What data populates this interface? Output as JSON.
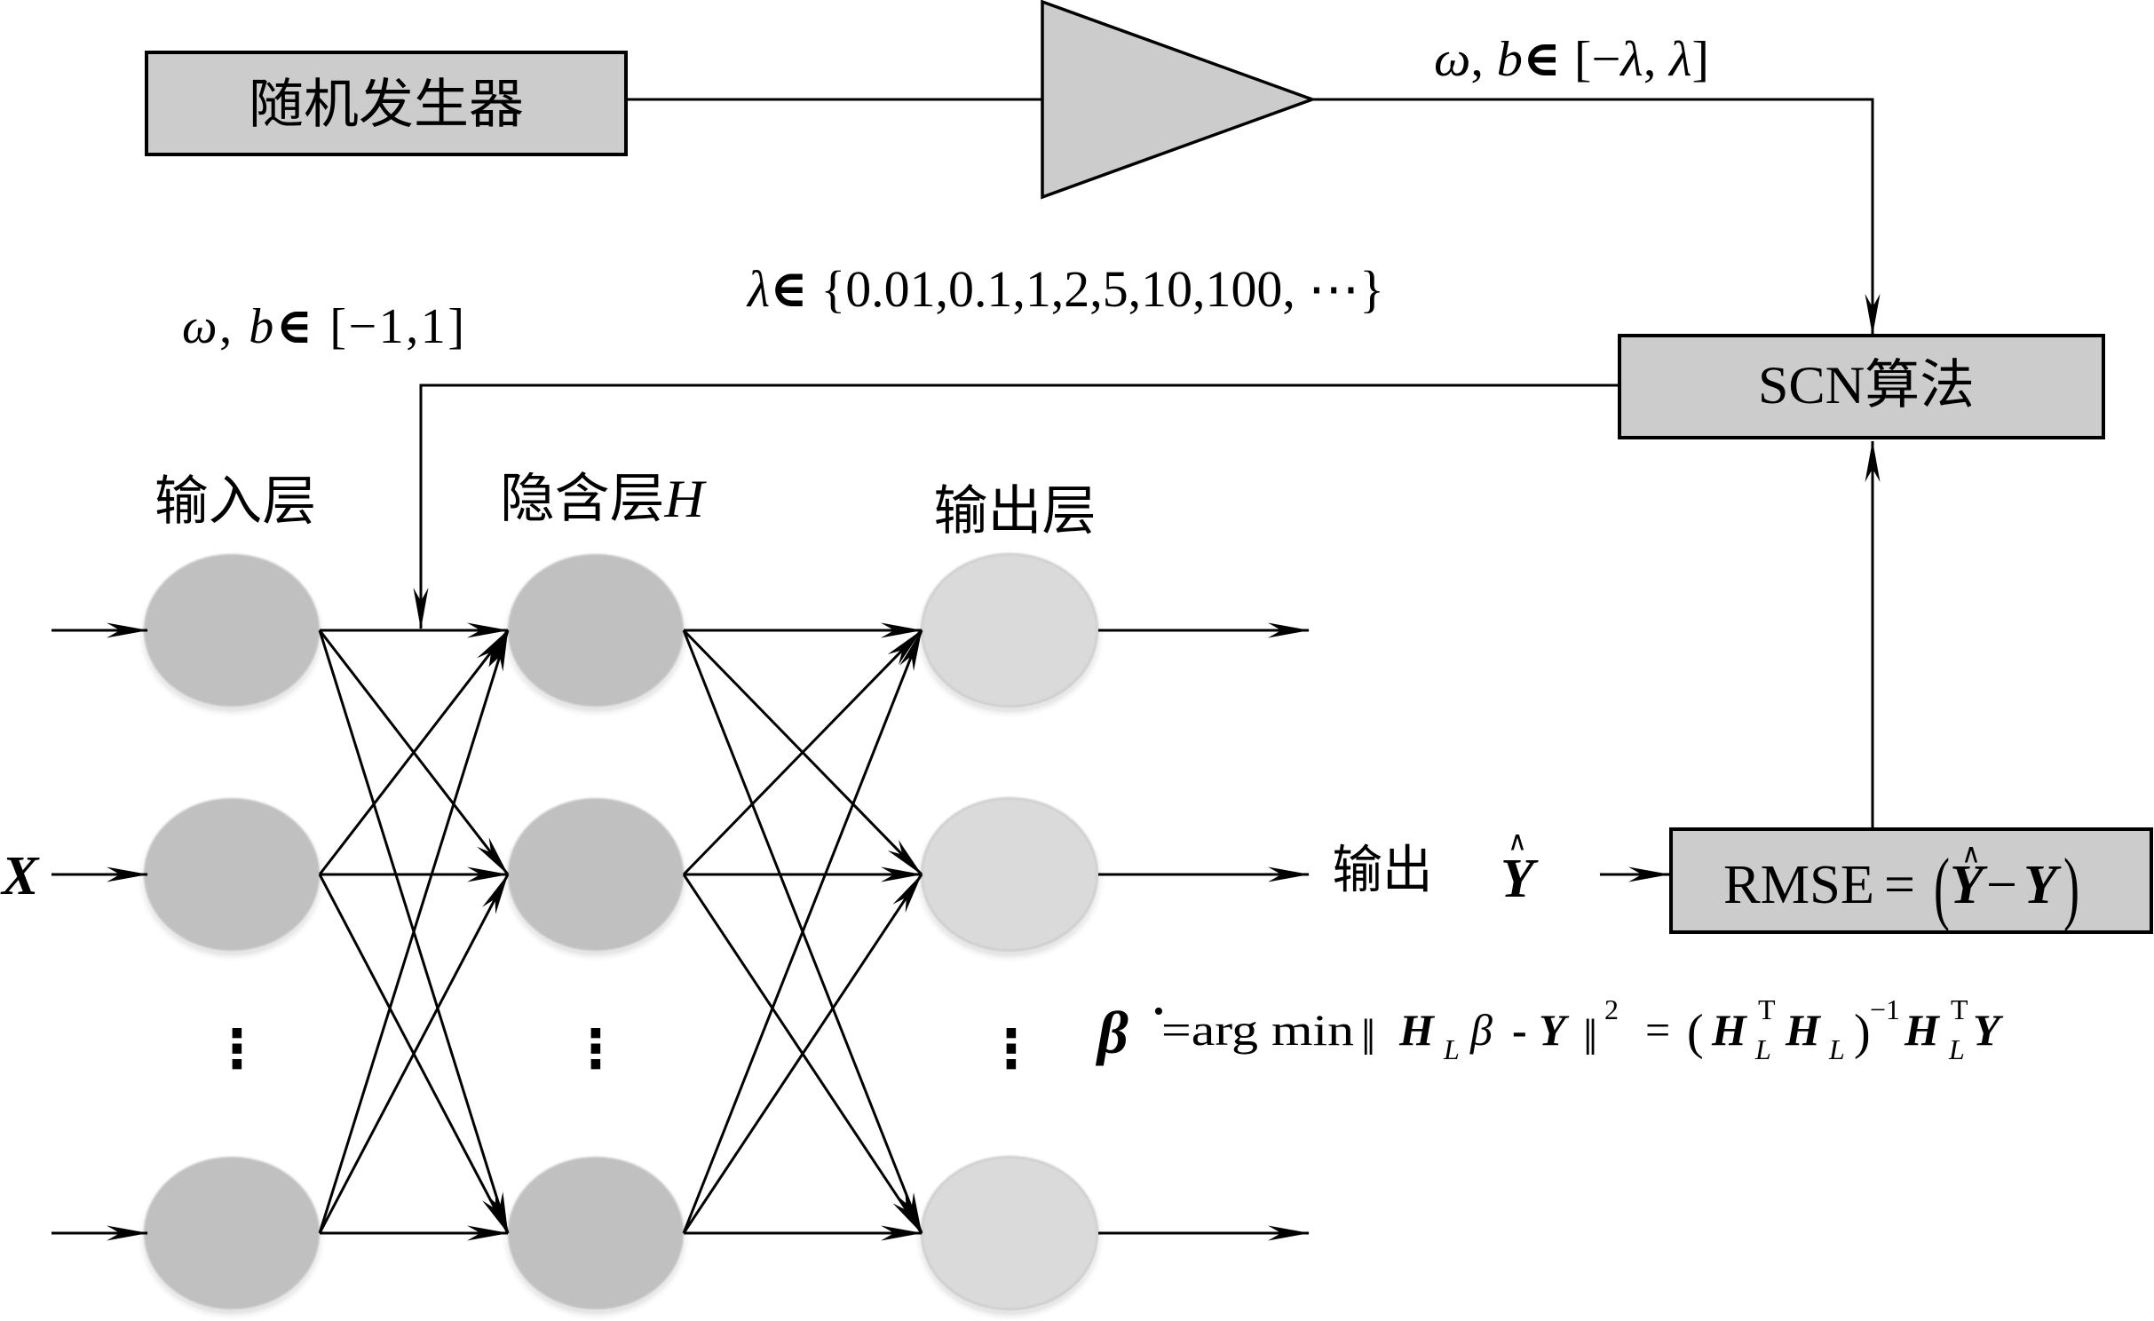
{
  "blocks": {
    "random_generator": {
      "label": "随机发生器"
    },
    "scn_algorithm": {
      "label": "SCN算法"
    },
    "rmse": {
      "tokens": [
        "RMSE",
        "=",
        "(",
        "∧",
        "Y",
        "−",
        "Y",
        ")"
      ]
    }
  },
  "annotations": {
    "scaled_range": {
      "tokens": [
        "ω",
        ", ",
        "b",
        "∈",
        " [−",
        "λ",
        ", ",
        "λ",
        "]"
      ]
    },
    "lambda_set": {
      "tokens": [
        "λ",
        "∈",
        " {0.01,0.1,1,2,5,10,100, ⋯}"
      ]
    },
    "initial_range": {
      "tokens": [
        "ω",
        ", ",
        "b",
        "∈",
        " [−1,1]"
      ]
    },
    "output_label": {
      "text": "输出",
      "hat": "∧",
      "symbol": "Y"
    },
    "input_symbol": "X",
    "least_squares": {
      "tokens": [
        "β",
        "•",
        "=arg min",
        "‖",
        "H",
        "L",
        "β",
        "-",
        "Y",
        "‖",
        "2",
        "=",
        "(",
        "H",
        "T",
        "L",
        "H",
        "L",
        ")",
        "−1",
        "H",
        "T",
        "L",
        "Y"
      ]
    }
  },
  "network": {
    "connectivity": "fully-connected",
    "layers": [
      {
        "id": "input",
        "label": "输入层",
        "label_suffix": "",
        "visible_nodes": 3,
        "ellipsis": "⋮",
        "fill": "#c0c0c0",
        "stroke": "none"
      },
      {
        "id": "hidden",
        "label": "隐含层",
        "label_suffix": "H",
        "visible_nodes": 3,
        "ellipsis": "⋮",
        "fill": "#c0c0c0",
        "stroke": "none"
      },
      {
        "id": "output",
        "label": "输出层",
        "label_suffix": "",
        "visible_nodes": 3,
        "ellipsis": "⋮",
        "fill": "#dadada",
        "stroke": "#c6c6c6"
      }
    ]
  },
  "colors": {
    "block_fill": "#cccccc",
    "line": "#000000",
    "background": "#ffffff"
  }
}
